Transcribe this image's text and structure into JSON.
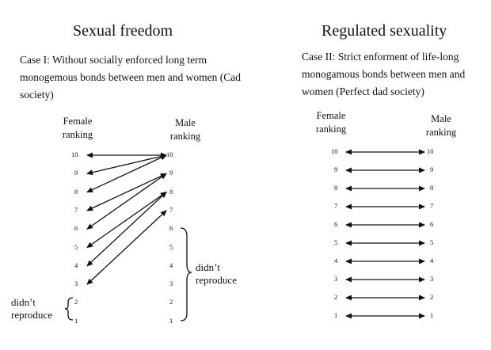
{
  "left": {
    "title": "Sexual freedom",
    "case_text": "Case I: Without socially enforced long term monogemous bonds between men and women (Cad society)",
    "female_head": "Female ranking",
    "male_head": "Male ranking",
    "female_ranks": [
      "10",
      "9",
      "8",
      "7",
      "6",
      "5",
      "4",
      "3",
      "2",
      "1"
    ],
    "male_ranks": [
      "10",
      "9",
      "8",
      "7",
      "6",
      "5",
      "4",
      "3",
      "2",
      "1"
    ],
    "pairings": [
      {
        "female": "10",
        "male": "10"
      },
      {
        "female": "9",
        "male": "10"
      },
      {
        "female": "8",
        "male": "10"
      },
      {
        "female": "7",
        "male": "9"
      },
      {
        "female": "6",
        "male": "9"
      },
      {
        "female": "5",
        "male": "8"
      },
      {
        "female": "4",
        "male": "8"
      },
      {
        "female": "3",
        "male": "7"
      }
    ],
    "male_note": "didn’t reproduce",
    "female_note": "didn’t reproduce"
  },
  "right": {
    "title": "Regulated sexuality",
    "case_text": "Case II: Strict enforment of life-long monogamous bonds between men and women (Perfect dad society)",
    "female_head": "Female ranking",
    "male_head": "Male ranking",
    "female_ranks": [
      "10",
      "9",
      "8",
      "7",
      "6",
      "5",
      "4",
      "3",
      "2",
      "1"
    ],
    "male_ranks": [
      "10",
      "9",
      "8",
      "7",
      "6",
      "5",
      "4",
      "3",
      "2",
      "1"
    ]
  }
}
